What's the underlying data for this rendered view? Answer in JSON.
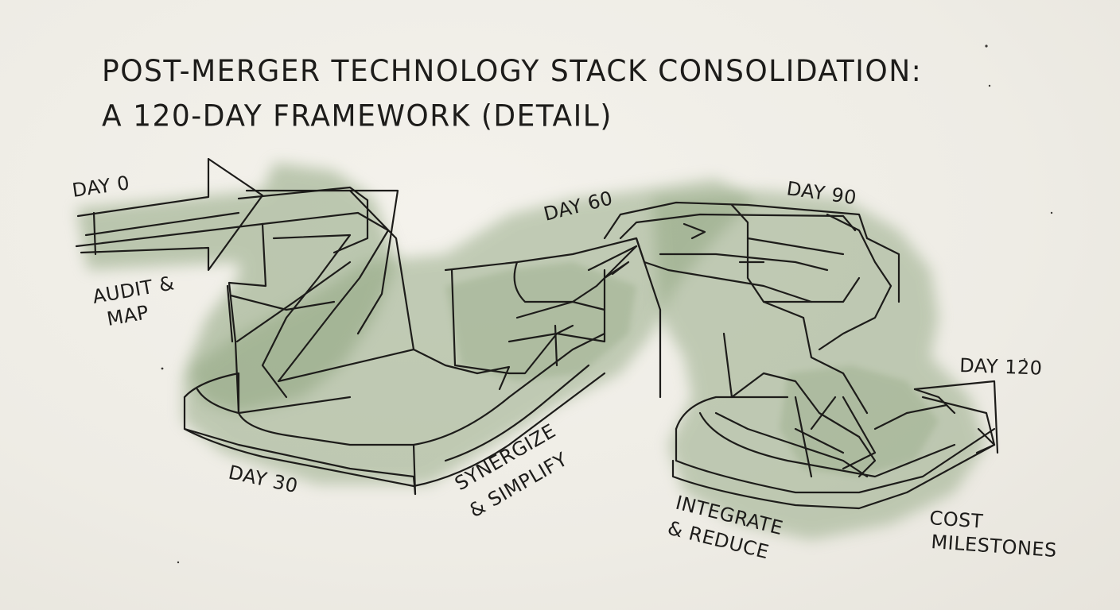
{
  "title": {
    "line1": "POST-MERGER TECHNOLOGY STACK CONSOLIDATION:",
    "line2": "A 120-DAY FRAMEWORK (DETAIL)"
  },
  "milestones": {
    "day0": "DAY 0",
    "day30": "DAY 30",
    "day60": "DAY 60",
    "day90": "DAY 90",
    "day120": "DAY 120"
  },
  "phases": {
    "audit": {
      "line1": "AUDIT &",
      "line2": "MAP"
    },
    "synergize": {
      "line1": "SYNERGIZE",
      "line2": "& SIMPLIFY"
    },
    "integrate": {
      "line1": "INTEGRATE",
      "line2": "& REDUCE"
    },
    "cost": {
      "line1": "COST",
      "line2": "MILESTONES"
    }
  },
  "colors": {
    "paper": "#efede6",
    "ink": "#1d1c1a",
    "wash": "#8fa57f"
  }
}
